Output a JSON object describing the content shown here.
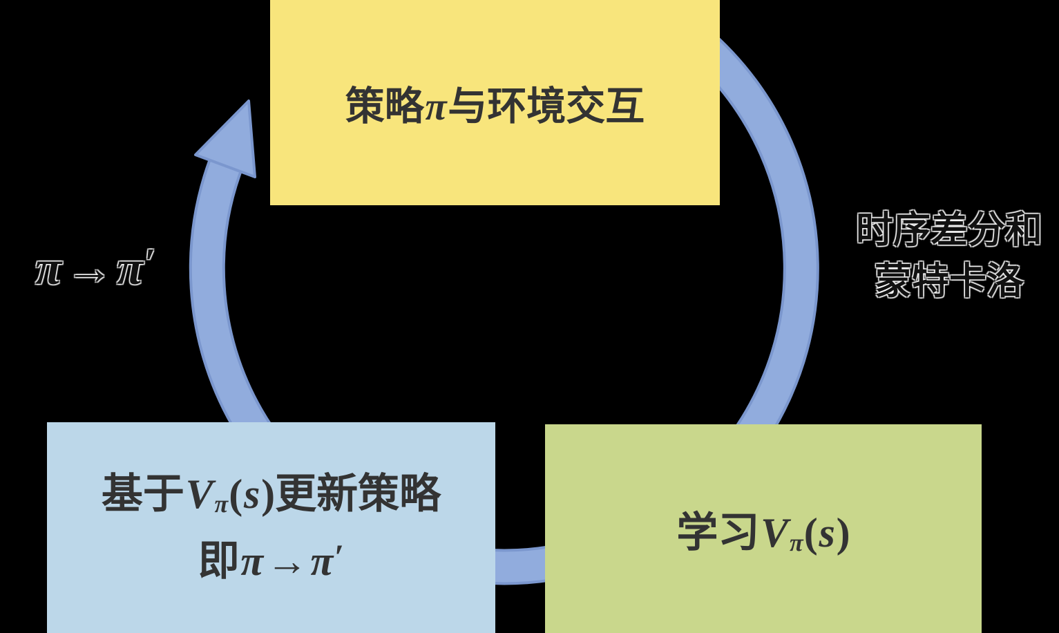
{
  "diagram": {
    "colors": {
      "background": "#000000",
      "ring_fill": "#91ACDD",
      "ring_border": "#7B97CE",
      "top_box": "#F8E57C",
      "left_box": "#BCD7E9",
      "right_box": "#C9D78C",
      "box_text": "#333333",
      "label_text": "#111111"
    },
    "top_box": {
      "segments": [
        {
          "t": "策略",
          "k": "cn"
        },
        {
          "t": "π",
          "k": "math"
        },
        {
          "t": "与环境交互",
          "k": "cn"
        }
      ]
    },
    "left_box": {
      "line1": {
        "segments": [
          {
            "t": "基于",
            "k": "cn"
          },
          {
            "t": "V",
            "k": "math"
          },
          {
            "t": "π",
            "k": "msub"
          },
          {
            "t": "(",
            "k": "paren"
          },
          {
            "t": "s",
            "k": "math"
          },
          {
            "t": ")",
            "k": "paren"
          },
          {
            "t": "更新策略",
            "k": "cn"
          }
        ]
      },
      "line2": {
        "segments": [
          {
            "t": "即",
            "k": "cn"
          },
          {
            "t": "π",
            "k": "math"
          },
          {
            "t": "→",
            "k": "arrow"
          },
          {
            "t": "π",
            "k": "math"
          },
          {
            "t": "′",
            "k": "prime"
          }
        ]
      }
    },
    "right_box": {
      "segments": [
        {
          "t": "学习",
          "k": "cn"
        },
        {
          "t": "V",
          "k": "math"
        },
        {
          "t": "π",
          "k": "msub"
        },
        {
          "t": "(",
          "k": "paren"
        },
        {
          "t": "s",
          "k": "math"
        },
        {
          "t": ")",
          "k": "paren"
        }
      ]
    },
    "right_label": {
      "line1": "时序差分和",
      "line2": "蒙特卡洛"
    },
    "left_label": {
      "segments": [
        {
          "t": "π",
          "k": "math"
        },
        {
          "t": "→",
          "k": "arrow"
        },
        {
          "t": "π",
          "k": "math"
        },
        {
          "t": "′",
          "k": "prime"
        }
      ]
    }
  }
}
